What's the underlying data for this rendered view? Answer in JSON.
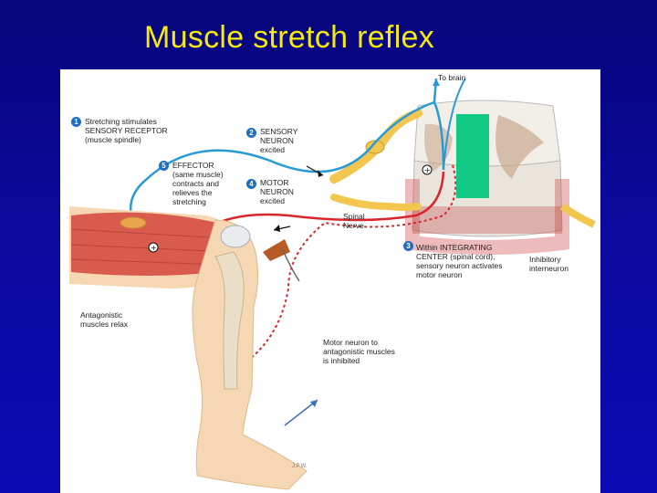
{
  "slide": {
    "title": "Muscle stretch reflex"
  },
  "labels": {
    "to_brain": "To brain",
    "step1": "Stretching stimulates\nSENSORY RECEPTOR\n(muscle spindle)",
    "step2": "SENSORY\nNEURON\nexcited",
    "step3": "Within INTEGRATING\nCENTER (spinal cord),\nsensory neuron activates\nmotor neuron",
    "step4": "MOTOR\nNEURON\nexcited",
    "step5": "EFFECTOR\n(same muscle)\ncontracts and\nrelieves the\nstretching",
    "spinal_nerve": "Spinal\nNerve",
    "inhibitory": "Inhibitory\ninterneuron",
    "antagonistic": "Antagonistic\nmuscles relax",
    "motor_inhibited": "Motor neuron to\nantagonistic muscles\nis inhibited",
    "signature": "J.P.W."
  },
  "step_numbers": [
    "1",
    "2",
    "3",
    "4",
    "5"
  ],
  "colors": {
    "title": "#f5e911",
    "background": "#0a0a9c",
    "sensory": "#2a9ad6",
    "motor": "#d8262c",
    "skin": "#f6d7b3",
    "muscle": "#d95b4e",
    "nerve_yellow": "#f2c64f",
    "cover_box": "#10c985",
    "step_badge": "#1f6fc0"
  }
}
